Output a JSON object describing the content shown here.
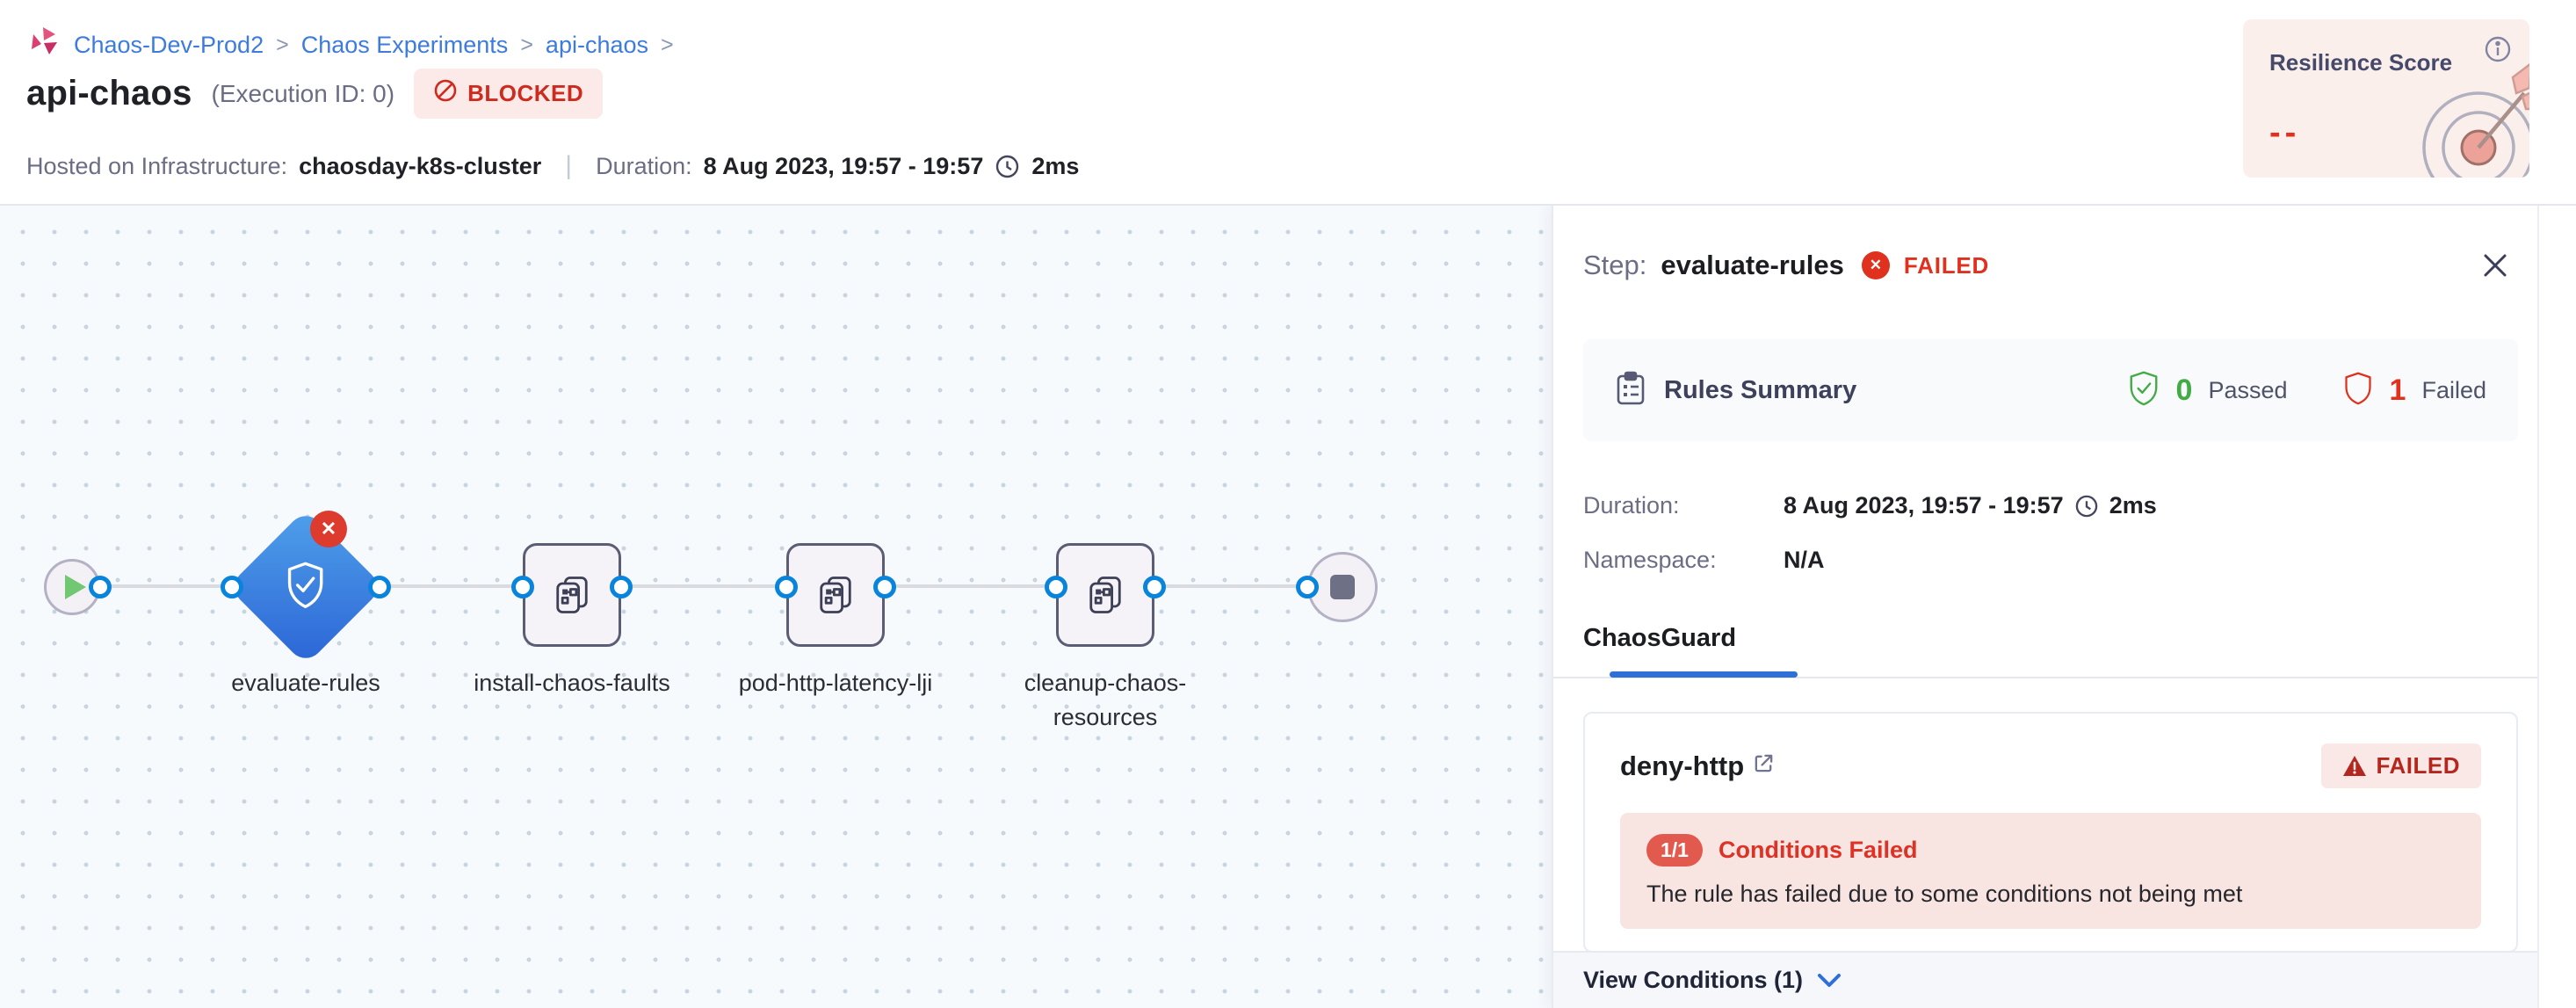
{
  "breadcrumb": {
    "separator": ">",
    "items": [
      "Chaos-Dev-Prod2",
      "Chaos Experiments",
      "api-chaos"
    ]
  },
  "header": {
    "title": "api-chaos",
    "execution_id": "(Execution ID: 0)",
    "status": "BLOCKED",
    "infra_label": "Hosted on Infrastructure:",
    "infra_value": "chaosday-k8s-cluster",
    "duration_label": "Duration:",
    "duration_value": "8 Aug 2023, 19:57 - 19:57",
    "duration_elapsed": "2ms"
  },
  "resilience": {
    "title": "Resilience Score",
    "value": "--"
  },
  "pipeline": {
    "node_labels": [
      "evaluate-rules",
      "install-chaos-faults",
      "pod-http-latency-lji",
      "cleanup-chaos-resources"
    ]
  },
  "panel": {
    "step_label": "Step:",
    "step_name": "evaluate-rules",
    "step_status": "FAILED",
    "rules_summary": {
      "title": "Rules Summary",
      "passed_count": "0",
      "passed_label": "Passed",
      "failed_count": "1",
      "failed_label": "Failed"
    },
    "duration_label": "Duration:",
    "duration_value": "8 Aug 2023, 19:57 - 19:57",
    "duration_elapsed": "2ms",
    "namespace_label": "Namespace:",
    "namespace_value": "N/A",
    "tab_label": "ChaosGuard",
    "rule": {
      "name": "deny-http",
      "status": "FAILED",
      "ratio": "1/1",
      "title": "Conditions Failed",
      "message": "The rule has failed due to some conditions not being met"
    },
    "footer_link": "View Conditions (1)"
  },
  "colors": {
    "accent_blue": "#3D7BDC",
    "failed_red": "#E0301E",
    "passed_green": "#42AB45",
    "badge_red_bg": "#FBEAE8",
    "panel_label_gray": "#6B6D85",
    "node_blue": "#2C65D6",
    "canvas_bg": "#F6FAFD"
  }
}
